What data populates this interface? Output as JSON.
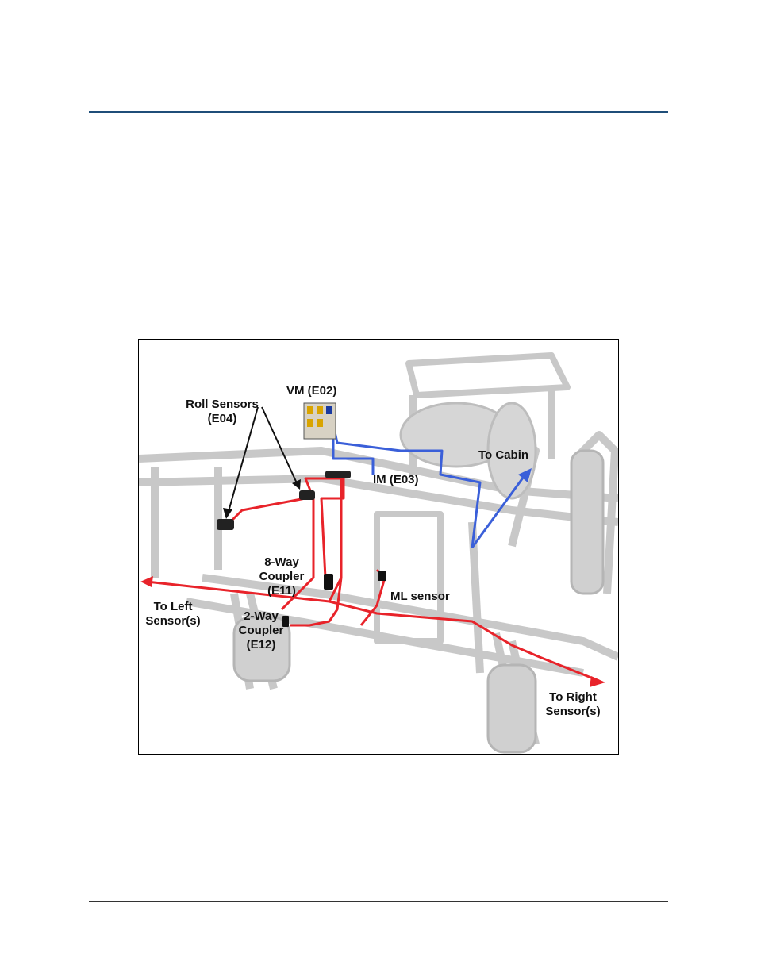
{
  "document": {
    "header_rule_color": "#1f4e79",
    "footer_rule_color": "#333333"
  },
  "figure": {
    "labels": {
      "roll_sensors": "Roll Sensors\n(E04)",
      "vm": "VM (E02)",
      "to_cabin": "To Cabin",
      "im": "IM (E03)",
      "eight_way": "8-Way\nCoupler\n(E11)",
      "ml_sensor": "ML sensor",
      "to_left": "To Left\nSensor(s)",
      "two_way": "2-Way\nCoupler\n(E12)",
      "to_right": "To Right\nSensor(s)"
    },
    "colors": {
      "power_harness": "#e8232a",
      "can_harness": "#3a5fd9",
      "machine_outline": "#c8c8c8",
      "arrow": "#111111"
    }
  }
}
